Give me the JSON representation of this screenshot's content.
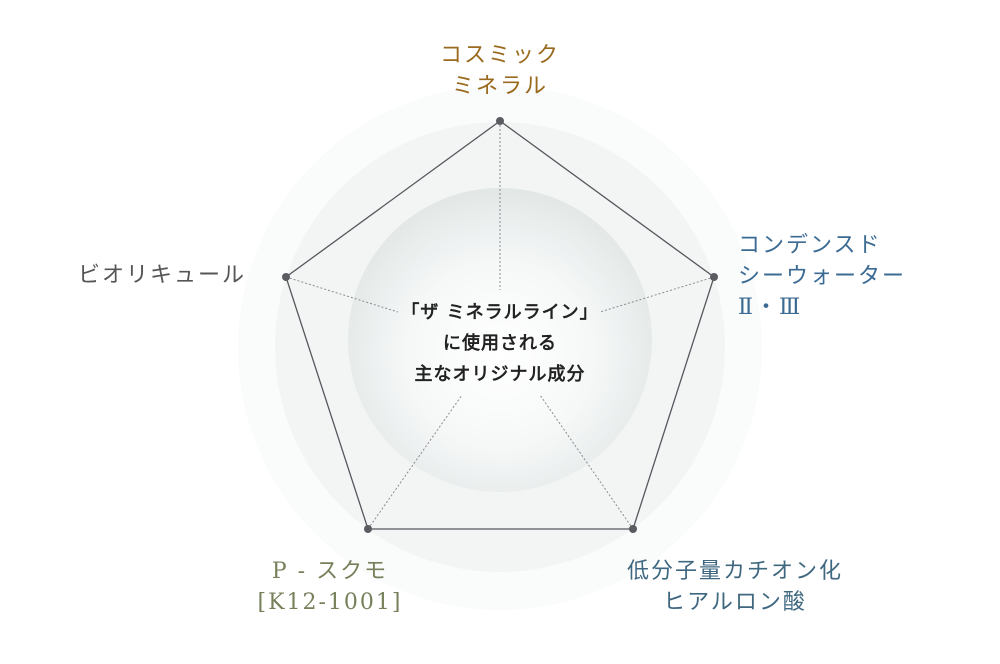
{
  "diagram": {
    "type": "radar-pentagon",
    "center_title": {
      "lines": [
        "「ザ ミネラルライン」",
        "に使用される",
        "主なオリジナル成分"
      ]
    },
    "nodes": [
      {
        "id": "top",
        "lines": [
          "コスミック",
          "ミネラル"
        ],
        "color": "#9a6a1e"
      },
      {
        "id": "right",
        "lines": [
          "コンデンスド",
          "シーウォーター",
          "Ⅱ・Ⅲ"
        ],
        "color": "#3b6a93"
      },
      {
        "id": "bottom-right",
        "lines": [
          "低分子量カチオン化",
          "ヒアルロン酸"
        ],
        "color": "#3f6880"
      },
      {
        "id": "bottom-left",
        "lines": [
          "P - スクモ",
          "[K12-1001]"
        ],
        "color": "#76805a"
      },
      {
        "id": "left",
        "lines": [
          "ビオリキュール"
        ],
        "color": "#555555"
      }
    ],
    "colors": {
      "outer_ring": "#fafbfb",
      "middle_ring": "#f3f5f5",
      "inner_circle_edge": "#e3e8e7",
      "inner_circle_center": "#ffffff",
      "polygon_stroke": "#55575d",
      "spoke_stroke": "#8a8c90",
      "vertex_dot": "#5a5c62"
    }
  }
}
